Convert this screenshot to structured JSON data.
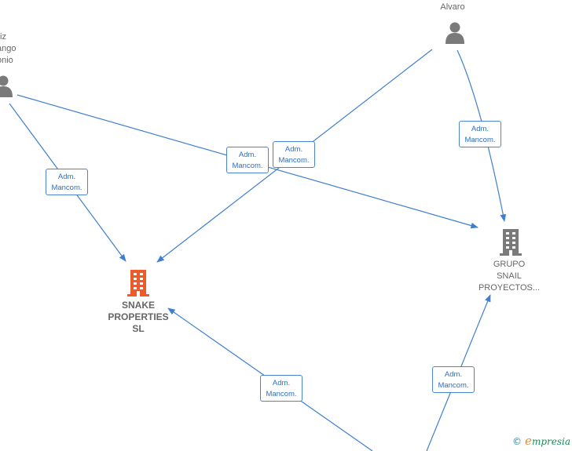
{
  "colors": {
    "edge": "#3f7fd0",
    "person": "#7a7a7a",
    "company": "#7a7a7a",
    "company_main": "#f05a28"
  },
  "nodes": {
    "person_left": {
      "lines": [
        "iz",
        "ango",
        "onio"
      ]
    },
    "person_alvaro": {
      "lines": [
        "Alvaro"
      ]
    },
    "company_snake": {
      "lines": [
        "SNAKE",
        "PROPERTIES",
        "SL"
      ]
    },
    "company_grupo": {
      "lines": [
        "GRUPO",
        "SNAIL",
        "PROYECTOS..."
      ]
    }
  },
  "edges": {
    "e1": {
      "line1": "Adm.",
      "line2": "Mancom."
    },
    "e2": {
      "line1": "Adm.",
      "line2": "Mancom."
    },
    "e3": {
      "line1": "Adm.",
      "line2": "Mancom."
    },
    "e4": {
      "line1": "Adm.",
      "line2": "Mancom."
    },
    "e5": {
      "line1": "Adm.",
      "line2": "Mancom."
    },
    "e6": {
      "line1": "Adm.",
      "line2": "Mancom."
    }
  },
  "brand": {
    "copyright": "©",
    "initial": "e",
    "rest": "mpresia"
  }
}
